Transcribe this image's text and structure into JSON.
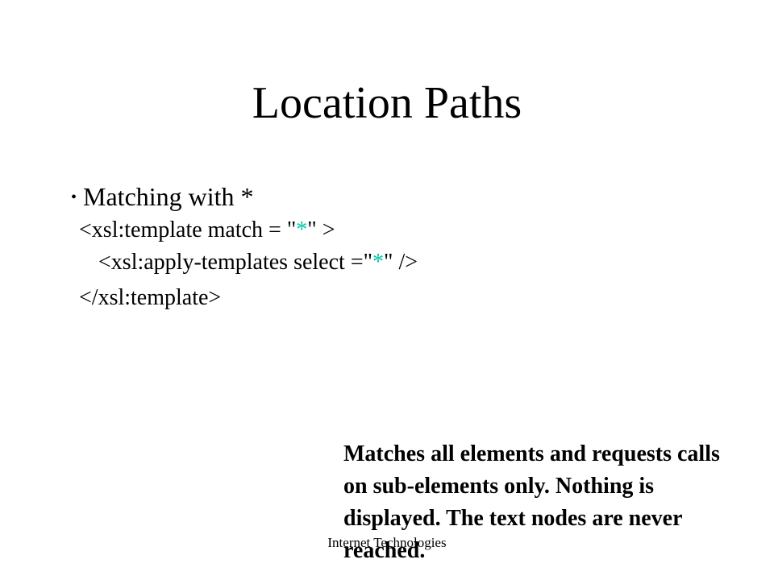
{
  "slide": {
    "title": "Location Paths",
    "bullet": {
      "symbol": "•",
      "text": "Matching with *"
    },
    "code": {
      "line1_before": "<xsl:template match = \"",
      "line1_star": "*",
      "line1_after": "\" >",
      "line2_before": "<xsl:apply-templates select =\"",
      "line2_star": "*",
      "line2_after": "\" />",
      "line3": "</xsl:template>"
    },
    "note": "Matches all elements and requests calls on sub-elements only. Nothing is displayed. The text nodes are never reached.",
    "footer": "Internet Technologies"
  },
  "colors": {
    "accent": "#00c4a8",
    "text": "#000000",
    "background": "#ffffff"
  }
}
